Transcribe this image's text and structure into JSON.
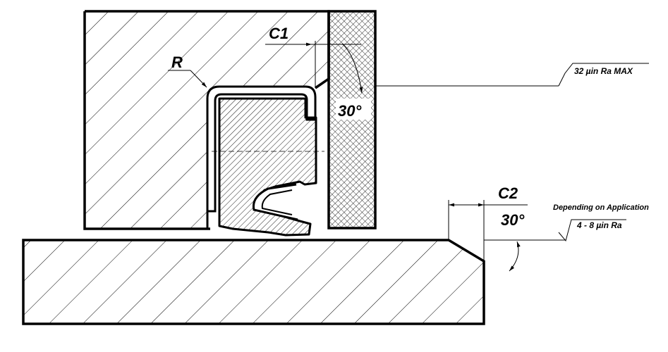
{
  "labels": {
    "radius": "R",
    "chamfer1": "C1",
    "angle1": "30°",
    "finish_bore": "32 µin Ra MAX",
    "chamfer2": "C2",
    "angle2": "30°",
    "depending_note": "Depending on Application",
    "finish_shaft": "4 - 8 µin Ra"
  },
  "colors": {
    "line": "#000000",
    "background": "#ffffff"
  }
}
